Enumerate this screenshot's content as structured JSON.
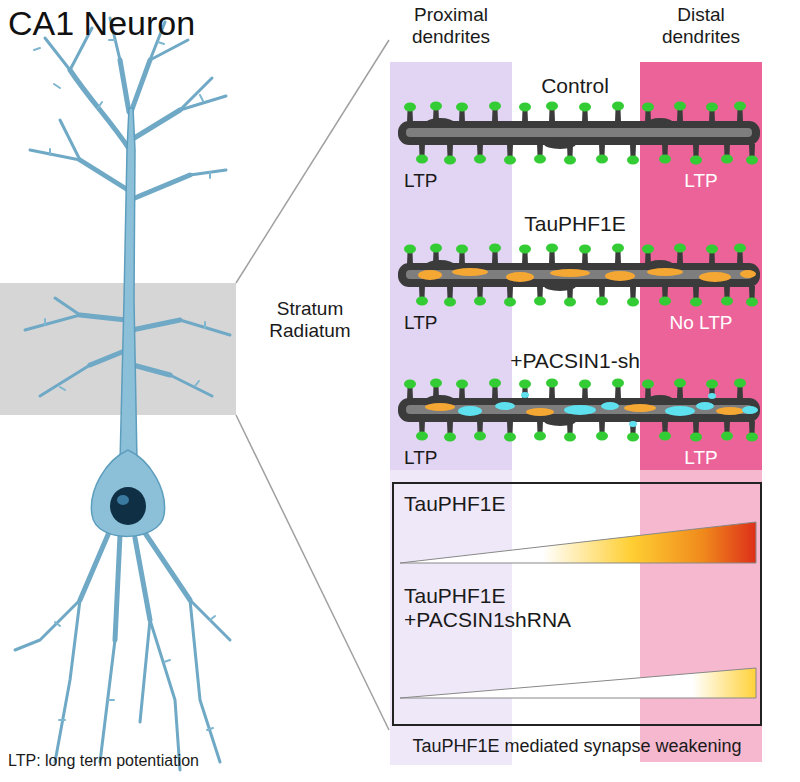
{
  "diagram": {
    "title": "CA1 Neuron",
    "nodes": [
      {
        "text": [
          "Proximal dendrites",
          "LTP",
          "LTP",
          "LTP"
        ]
      },
      {
        "text": [
          "Distal dendrites",
          "LTP",
          "No LTP",
          "LTP"
        ]
      },
      {
        "text": [
          "TauPHF1E",
          "TauPHF1E +PACSIN1shRNA",
          "TauPHF1E mediated synapse weakening"
        ]
      }
    ],
    "labels": [
      "Control",
      "TauPHF1E",
      "+PACSIN1-sh",
      "Stratum Radiatum",
      "LTP: long term potentiation"
    ]
  }
}
